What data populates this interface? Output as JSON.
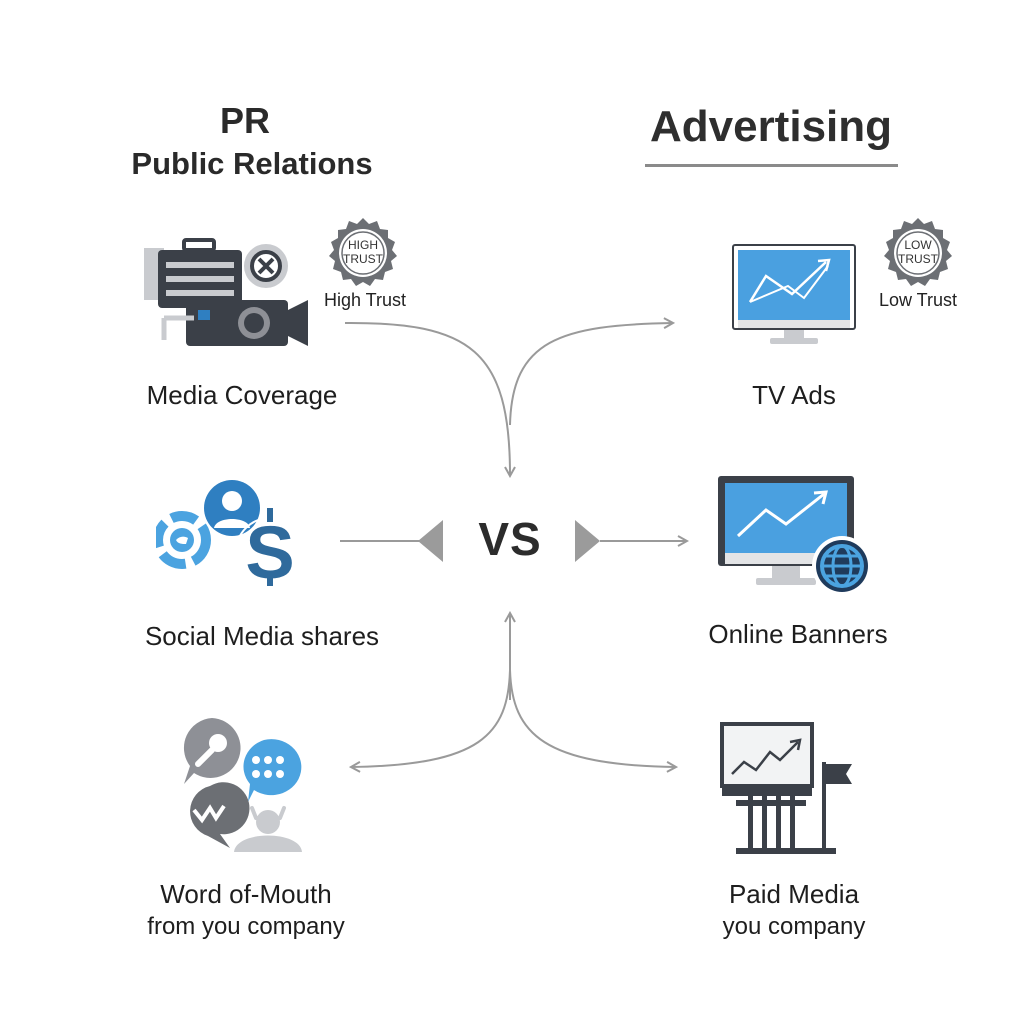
{
  "pr": {
    "abbr": "PR",
    "full": "Public Relations",
    "badge": {
      "line1": "HIGH",
      "line2": "TRUST"
    },
    "trust_label": "High Trust",
    "items": [
      {
        "label": "Media Coverage",
        "icon": "video-camera-icon"
      },
      {
        "label": "Social Media shares",
        "icon": "social-network-icon"
      },
      {
        "label": "Word of-Mouth",
        "sub": "from you company",
        "icon": "speech-bubbles-icon"
      }
    ]
  },
  "advertising": {
    "title": "Advertising",
    "badge": {
      "line1": "LOW",
      "line2": "TRUST"
    },
    "trust_label": "Low Trust",
    "items": [
      {
        "label": "TV Ads",
        "icon": "tv-monitor-chart-icon"
      },
      {
        "label": "Online Banners",
        "icon": "desktop-globe-icon"
      },
      {
        "label": "Paid Media",
        "sub": "you company",
        "icon": "billboard-flag-icon"
      }
    ]
  },
  "vs": "VS",
  "colors": {
    "accent_blue": "#2f7fc1",
    "light_blue": "#4ba3e0",
    "dark_slate": "#3b4048",
    "mid_gray": "#8e9096",
    "connector": "#9a9a9a"
  }
}
